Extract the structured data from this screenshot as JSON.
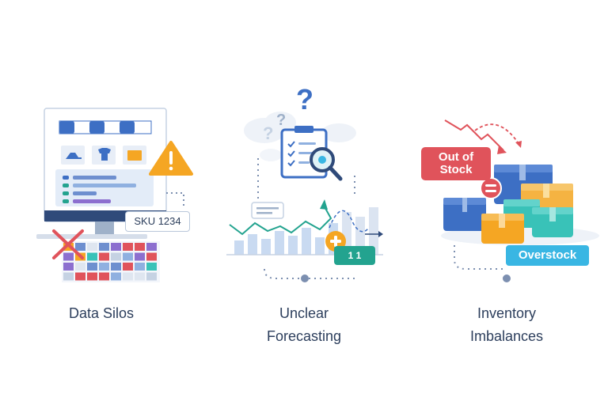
{
  "panels": [
    {
      "caption_lines": [
        "Data Silos"
      ],
      "tag": "SKU 1234"
    },
    {
      "caption_lines": [
        "Unclear",
        "Forecasting"
      ],
      "tag": "1  1"
    },
    {
      "caption_lines": [
        "Inventory",
        "Imbalances"
      ],
      "tags": [
        "Out of",
        "Stock",
        "Overstock"
      ]
    }
  ],
  "icons": [
    "storefront-icon",
    "warning-icon",
    "error-x-icon",
    "question-mark-icon",
    "clipboard-icon",
    "magnifier-icon",
    "plus-badge-icon",
    "equals-badge-icon",
    "box-icon"
  ],
  "colors": {
    "caption": "#2c3e5c",
    "blue": "#3d6fc4",
    "red": "#e0535b",
    "orange": "#f5a623",
    "teal": "#23a38f",
    "cyan": "#39b6e3"
  }
}
